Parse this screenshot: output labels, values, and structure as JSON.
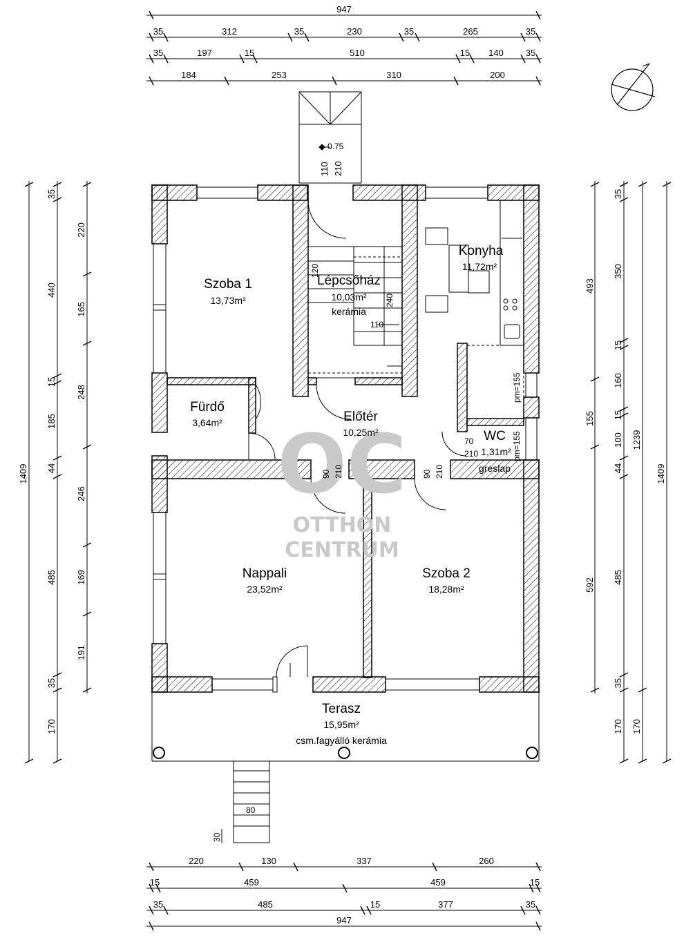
{
  "dims_top": {
    "row1": {
      "total": "947"
    },
    "row2": [
      "35",
      "312",
      "35",
      "230",
      "35",
      "265",
      "35"
    ],
    "row3": [
      "35",
      "197",
      "15",
      "510",
      "15",
      "140",
      "35"
    ],
    "row4": [
      "184",
      "253",
      "310",
      "200"
    ]
  },
  "dims_bottom": {
    "row1": [
      "220",
      "130",
      "337",
      "260"
    ],
    "row2": [
      "15",
      "459",
      "459",
      "15"
    ],
    "row3": [
      "35",
      "485",
      "15",
      "377",
      "35"
    ],
    "row4": {
      "total": "947"
    }
  },
  "dims_left": {
    "outer_total": "1409",
    "col2": [
      "35",
      "440",
      "15",
      "185",
      "44",
      "485",
      "35",
      "170"
    ],
    "col3": [
      "220",
      "165",
      "248",
      "246",
      "169",
      "191"
    ]
  },
  "dims_right": {
    "col1": [
      "493",
      "155",
      "592"
    ],
    "col2": [
      "35",
      "350",
      "15",
      "160",
      "15",
      "100",
      "44",
      "485",
      "35",
      "170"
    ],
    "col3_total": "1239",
    "col3_bottom": "170",
    "col4_total": "1409"
  },
  "rooms": {
    "szoba1": {
      "name": "Szoba 1",
      "area": "13,73m²"
    },
    "lepcsohaz": {
      "name": "Lépcsőház",
      "area": "10,03m²",
      "floor": "kerámia"
    },
    "konyha": {
      "name": "Konyha",
      "area": "11,72m²"
    },
    "furdo": {
      "name": "Fürdő",
      "area": "3,64m²"
    },
    "eloter": {
      "name": "Előtér",
      "area": "10,25m²"
    },
    "wc": {
      "name": "WC",
      "area": "1,31m²",
      "floor": "greslap"
    },
    "nappali": {
      "name": "Nappali",
      "area": "23,52m²"
    },
    "szoba2": {
      "name": "Szoba 2",
      "area": "18,28m²"
    },
    "terasz": {
      "name": "Terasz",
      "area": "15,95m²",
      "floor": "csm.fagyálló kerámia"
    }
  },
  "annotations": {
    "level": "-0.75",
    "entry_w": "110",
    "entry_h": "210",
    "stair_120": "120",
    "stair_240": "240",
    "stair_110": "110",
    "door_nappali_w": "90",
    "door_nappali_h": "210",
    "door_szoba2_w": "90",
    "door_szoba2_h": "210",
    "wc_door_w": "70",
    "wc_door_h": "210",
    "window_pm1": "pm=155",
    "window_pm2": "pm=155",
    "stair_80": "80",
    "stair_30": "30"
  },
  "watermark": {
    "logo": "OC",
    "line1": "OTTHON",
    "line2": "CENTRUM"
  }
}
